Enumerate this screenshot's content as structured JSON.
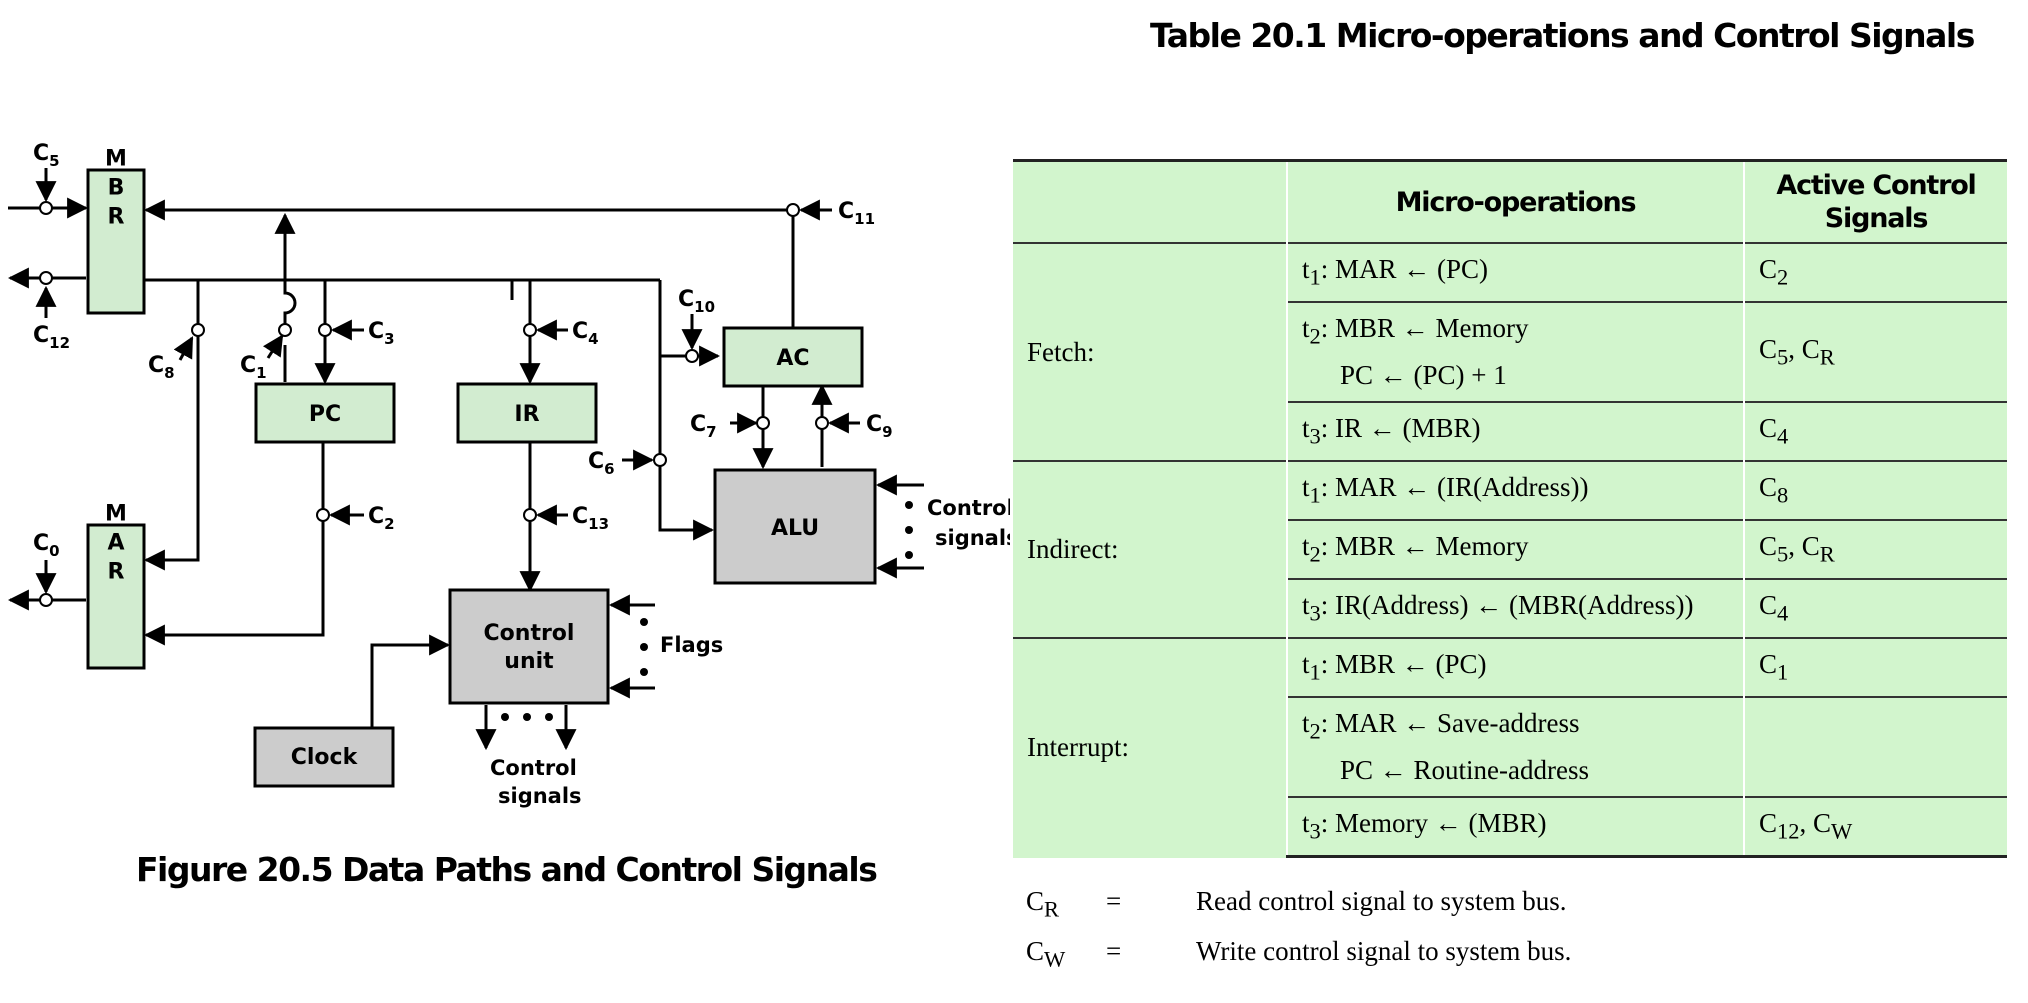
{
  "figure": {
    "caption": "Figure 20.5  Data Paths and Control Signals",
    "registers": {
      "mbr": "MBR",
      "mar": "MAR",
      "pc": "PC",
      "ir": "IR",
      "ac": "AC"
    },
    "units": {
      "alu": "ALU",
      "control_unit_line1": "Control",
      "control_unit_line2": "unit",
      "clock": "Clock"
    },
    "side_labels": {
      "control_signals_line1": "Control",
      "control_signals_line2": "signals",
      "flags": "Flags"
    },
    "signals": {
      "c0": "C",
      "c0_sub": "0",
      "c1": "C",
      "c1_sub": "1",
      "c2": "C",
      "c2_sub": "2",
      "c3": "C",
      "c3_sub": "3",
      "c4": "C",
      "c4_sub": "4",
      "c5": "C",
      "c5_sub": "5",
      "c6": "C",
      "c6_sub": "6",
      "c7": "C",
      "c7_sub": "7",
      "c8": "C",
      "c8_sub": "8",
      "c9": "C",
      "c9_sub": "9",
      "c10": "C",
      "c10_sub": "10",
      "c11": "C",
      "c11_sub": "11",
      "c12": "C",
      "c12_sub": "12",
      "c13": "C",
      "c13_sub": "13"
    }
  },
  "table": {
    "caption": "Table 20.1  Micro-operations and Control Signals",
    "headers": {
      "blank": "",
      "micro_ops": "Micro-operations",
      "active_line1": "Active Control",
      "active_line2": "Signals"
    },
    "groups": {
      "fetch": "Fetch:",
      "indirect": "Indirect:",
      "interrupt": "Interrupt:"
    },
    "rows": {
      "f1": {
        "t": "t",
        "sub": "1",
        "op": ": MAR ← (PC)",
        "sig": "C",
        "sig_sub": "2",
        "sig2": "",
        "sig2_sub": ""
      },
      "f2": {
        "t": "t",
        "sub": "2",
        "op": ": MBR ← Memory",
        "op2": "PC ← (PC) + 1",
        "sig": "C",
        "sig_sub": "5",
        "sig2": ", C",
        "sig2_sub": "R"
      },
      "f3": {
        "t": "t",
        "sub": "3",
        "op": ": IR ← (MBR)",
        "sig": "C",
        "sig_sub": "4",
        "sig2": "",
        "sig2_sub": ""
      },
      "i1": {
        "t": "t",
        "sub": "1",
        "op": ": MAR ← (IR(Address))",
        "sig": "C",
        "sig_sub": "8",
        "sig2": "",
        "sig2_sub": ""
      },
      "i2": {
        "t": "t",
        "sub": "2",
        "op": ": MBR ← Memory",
        "sig": "C",
        "sig_sub": "5",
        "sig2": ", C",
        "sig2_sub": "R"
      },
      "i3": {
        "t": "t",
        "sub": "3",
        "op": ": IR(Address) ← (MBR(Address))",
        "sig": "C",
        "sig_sub": "4",
        "sig2": "",
        "sig2_sub": ""
      },
      "n1": {
        "t": "t",
        "sub": "1",
        "op": ": MBR ← (PC)",
        "sig": "C",
        "sig_sub": "1",
        "sig2": "",
        "sig2_sub": ""
      },
      "n2": {
        "t": "t",
        "sub": "2",
        "op": ": MAR ← Save-address",
        "op2": "PC ← Routine-address",
        "sig": "",
        "sig_sub": "",
        "sig2": "",
        "sig2_sub": ""
      },
      "n3": {
        "t": "t",
        "sub": "3",
        "op": ": Memory ← (MBR)",
        "sig": "C",
        "sig_sub": "12",
        "sig2": ", C",
        "sig2_sub": "W"
      }
    },
    "legend": [
      {
        "sym": "C",
        "sub": "R",
        "eq": "=",
        "desc": "Read control signal to system bus."
      },
      {
        "sym": "C",
        "sub": "W",
        "eq": "=",
        "desc": "Write control signal to system bus."
      }
    ]
  },
  "colors": {
    "register_fill": "#d2ecd0",
    "unit_fill": "#cccccc",
    "table_fill": "#d2f5cd",
    "line": "#000000"
  }
}
